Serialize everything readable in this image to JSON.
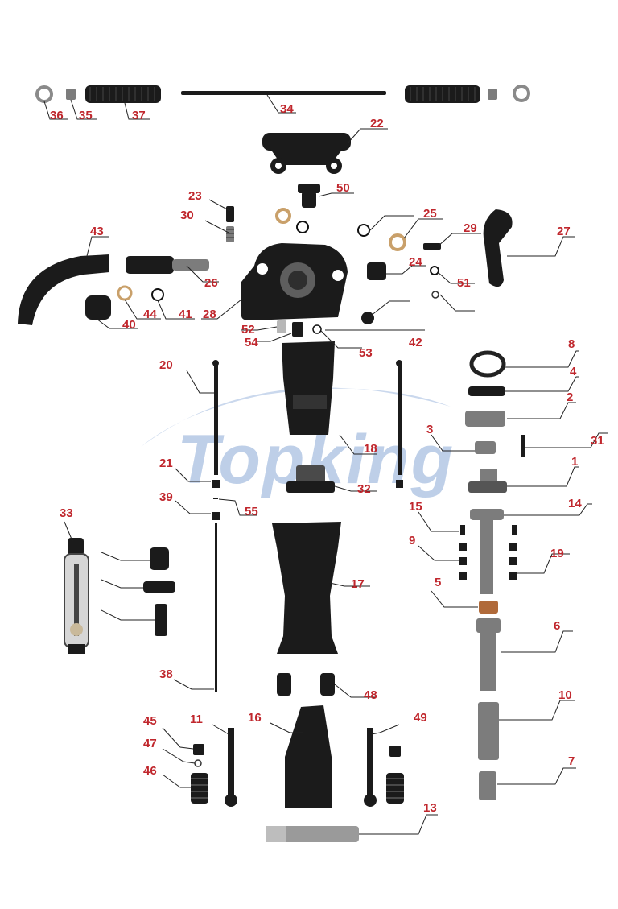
{
  "watermark": {
    "text": "Topking",
    "color": "#8aa9d6"
  },
  "colors": {
    "label": "#c0272d",
    "leader": "#222222",
    "part": "#1b1b1b"
  },
  "callouts": [
    {
      "id": "36",
      "text": "36"
    },
    {
      "id": "35",
      "text": "35"
    },
    {
      "id": "37",
      "text": "37"
    },
    {
      "id": "34",
      "text": "34"
    },
    {
      "id": "22",
      "text": "22"
    },
    {
      "id": "50",
      "text": "50"
    },
    {
      "id": "23",
      "text": "23"
    },
    {
      "id": "30",
      "text": "30"
    },
    {
      "id": "25",
      "text": "25"
    },
    {
      "id": "29",
      "text": "29"
    },
    {
      "id": "27",
      "text": "27"
    },
    {
      "id": "43",
      "text": "43"
    },
    {
      "id": "26",
      "text": "26"
    },
    {
      "id": "24",
      "text": "24"
    },
    {
      "id": "51",
      "text": "51"
    },
    {
      "id": "44",
      "text": "44"
    },
    {
      "id": "41",
      "text": "41"
    },
    {
      "id": "28",
      "text": "28"
    },
    {
      "id": "40",
      "text": "40"
    },
    {
      "id": "52",
      "text": "52"
    },
    {
      "id": "54",
      "text": "54"
    },
    {
      "id": "53",
      "text": "53"
    },
    {
      "id": "42",
      "text": "42"
    },
    {
      "id": "8",
      "text": "8"
    },
    {
      "id": "20",
      "text": "20"
    },
    {
      "id": "4",
      "text": "4"
    },
    {
      "id": "2",
      "text": "2"
    },
    {
      "id": "3",
      "text": "3"
    },
    {
      "id": "31",
      "text": "31"
    },
    {
      "id": "18",
      "text": "18"
    },
    {
      "id": "1",
      "text": "1"
    },
    {
      "id": "21",
      "text": "21"
    },
    {
      "id": "32",
      "text": "32"
    },
    {
      "id": "39",
      "text": "39"
    },
    {
      "id": "55",
      "text": "55"
    },
    {
      "id": "15",
      "text": "15"
    },
    {
      "id": "14",
      "text": "14"
    },
    {
      "id": "33",
      "text": "33"
    },
    {
      "id": "9",
      "text": "9"
    },
    {
      "id": "19",
      "text": "19"
    },
    {
      "id": "17",
      "text": "17"
    },
    {
      "id": "5",
      "text": "5"
    },
    {
      "id": "6",
      "text": "6"
    },
    {
      "id": "38",
      "text": "38"
    },
    {
      "id": "48",
      "text": "48"
    },
    {
      "id": "10",
      "text": "10"
    },
    {
      "id": "45",
      "text": "45"
    },
    {
      "id": "11",
      "text": "11"
    },
    {
      "id": "16",
      "text": "16"
    },
    {
      "id": "49",
      "text": "49"
    },
    {
      "id": "47",
      "text": "47"
    },
    {
      "id": "7",
      "text": "7"
    },
    {
      "id": "46",
      "text": "46"
    },
    {
      "id": "13",
      "text": "13"
    }
  ]
}
